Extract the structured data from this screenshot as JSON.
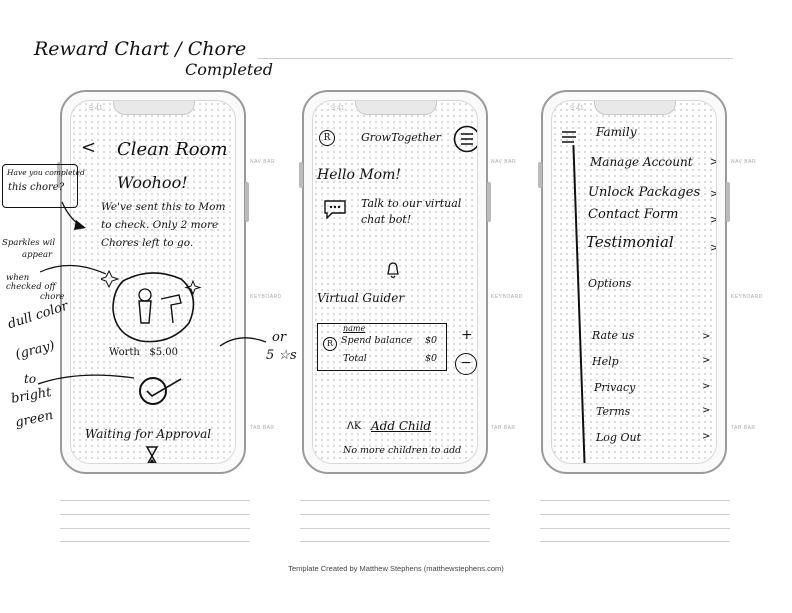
{
  "page_title_line1": "Reward Chart / Chore",
  "page_title_line2": "Completed",
  "time": "9:41",
  "side_tags": {
    "nav": "NAV BAR",
    "keyboard": "KEYBOARD",
    "tab": "TAB BAR"
  },
  "screen1": {
    "back_glyph": "<",
    "title": "Clean Room",
    "heading": "Woohoo!",
    "message_line1": "We've sent this to Mom",
    "message_line2": "to check. Only 2 more",
    "message_line3": "Chores left to go.",
    "worth": "Worth   $5.00",
    "status": "Waiting for Approval"
  },
  "annotations": {
    "bubble_line1": "Have you completed",
    "bubble_line2": "this chore?",
    "sparkles_line1": "Sparkles wil",
    "sparkles_line2": "appear",
    "checked_line1": "when",
    "checked_line2": "checked off",
    "checked_line3": "chore",
    "color_line1": "dull color",
    "color_line2": "(gray)",
    "color_line3": "to",
    "color_line4": "bright",
    "color_line5": "green",
    "or_line1": "or",
    "or_line2": "5 ☆s"
  },
  "screen2": {
    "app_logo": "R",
    "app_name": "GrowTogether",
    "greeting": "Hello Mom!",
    "chat_line1": "Talk to our virtual",
    "chat_line2": "chat bot!",
    "section": "Virtual Guider",
    "card_name": "name",
    "card_avatar": "R",
    "spend_label": "Spend balance",
    "spend_value": "$0",
    "total_label": "Total",
    "total_value": "$0",
    "plus": "+",
    "minus": "−",
    "add_child": "Add Child",
    "empty_msg": "No more children to add"
  },
  "screen3": {
    "menu_items": [
      {
        "label": "Family",
        "chevron": ""
      },
      {
        "label": "Manage Account",
        "chevron": ">"
      },
      {
        "label": "Unlock Packages",
        "chevron": ">"
      },
      {
        "label": "Contact Form",
        "chevron": ">"
      },
      {
        "label": "Testimonial",
        "chevron": ">"
      },
      {
        "label": "Options",
        "chevron": ""
      },
      {
        "label": "Rate us",
        "chevron": ">"
      },
      {
        "label": "Help",
        "chevron": ">"
      },
      {
        "label": "Privacy",
        "chevron": ">"
      },
      {
        "label": "Terms",
        "chevron": ">"
      },
      {
        "label": "Log Out",
        "chevron": ">"
      }
    ]
  },
  "footer": "Template Created by Matthew Stephens (matthewstephens.com)"
}
